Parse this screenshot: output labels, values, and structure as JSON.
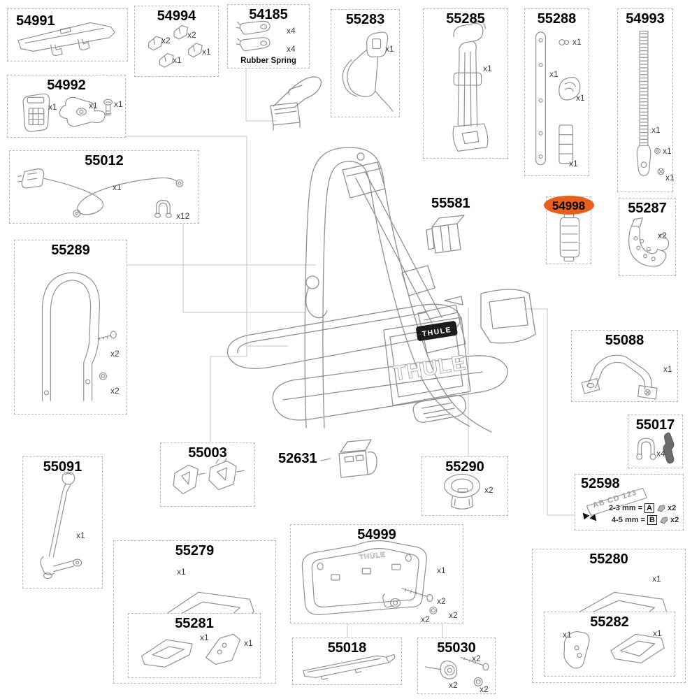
{
  "diagram": {
    "brand": "THULE",
    "highlight_color": "#e8601c",
    "box_border_color": "#b8b8b8",
    "sketch_color": "#8f8f8f",
    "connector_color": "#cfcfcf",
    "background": "#ffffff"
  },
  "parts": [
    {
      "id": "54991",
      "quantities": []
    },
    {
      "id": "54994",
      "quantities": [
        "x2",
        "x2",
        "x1",
        "x1"
      ]
    },
    {
      "id": "54185",
      "quantities": [
        "x4",
        "x4"
      ],
      "note": "Rubber Spring"
    },
    {
      "id": "55283",
      "quantities": [
        "x1"
      ]
    },
    {
      "id": "55285",
      "quantities": [
        "x1"
      ]
    },
    {
      "id": "55288",
      "quantities": [
        "x1",
        "x1",
        "x1",
        "x1"
      ]
    },
    {
      "id": "54993",
      "quantities": [
        "x1",
        "x1",
        "x1"
      ]
    },
    {
      "id": "54992",
      "quantities": [
        "x1",
        "x1",
        "x1"
      ]
    },
    {
      "id": "55012",
      "quantities": [
        "x1",
        "x12"
      ]
    },
    {
      "id": "55289",
      "quantities": [
        "x2",
        "x2"
      ]
    },
    {
      "id": "55581",
      "quantities": []
    },
    {
      "id": "54998",
      "quantities": [],
      "highlighted": true
    },
    {
      "id": "55287",
      "quantities": [
        "x2"
      ]
    },
    {
      "id": "55088",
      "quantities": [
        "x1"
      ]
    },
    {
      "id": "55017",
      "quantities": [
        "x4"
      ]
    },
    {
      "id": "52598",
      "quantities": [],
      "plate_text": "AB CD 123",
      "rows": [
        {
          "range": "2-3 mm =",
          "letter": "A",
          "qty": "x2"
        },
        {
          "range": "4-5 mm =",
          "letter": "B",
          "qty": "x2"
        }
      ]
    },
    {
      "id": "55091",
      "quantities": [
        "x1"
      ]
    },
    {
      "id": "55003",
      "quantities": []
    },
    {
      "id": "52631",
      "quantities": []
    },
    {
      "id": "55290",
      "quantities": [
        "x2"
      ]
    },
    {
      "id": "55279",
      "quantities": [
        "x1"
      ]
    },
    {
      "id": "55281",
      "quantities": [
        "x1",
        "x1"
      ]
    },
    {
      "id": "54999",
      "quantities": [
        "x1",
        "x2",
        "x2",
        "x2"
      ]
    },
    {
      "id": "55018",
      "quantities": []
    },
    {
      "id": "55030",
      "quantities": [
        "x2",
        "x2",
        "x2"
      ]
    },
    {
      "id": "55280",
      "quantities": [
        "x1"
      ]
    },
    {
      "id": "55282",
      "quantities": [
        "x1",
        "x1"
      ]
    }
  ]
}
